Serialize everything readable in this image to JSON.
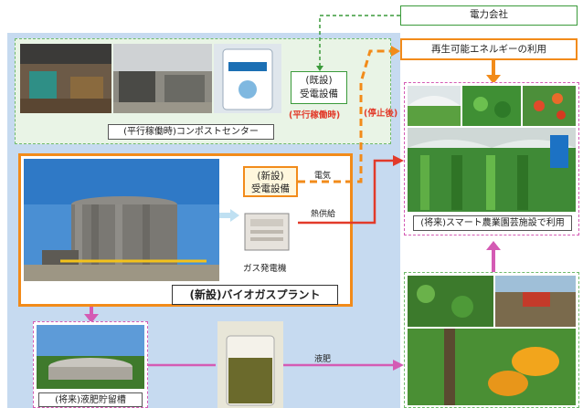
{
  "power_company": "電力会社",
  "renewable_use": "再生可能エネルギーの利用",
  "existing_substation": [
    "(既設)",
    "受電設備"
  ],
  "parallel_operation": "(平行稼働時)",
  "after_stop": "(停止後)",
  "compost_center": "(平行稼働時)コンポストセンター",
  "new_substation": [
    "(新設)",
    "受電設備"
  ],
  "electricity": "電気",
  "heat_supply": "熱供給",
  "gas_generator": "ガス発電機",
  "biogas_plant": "(新設)バイオガスプラント",
  "smart_agri": "(将来)スマート農業園芸施設で利用",
  "liquid_fertilizer": "液肥",
  "liquid_tank": "(将来)液肥貯留槽",
  "colors": {
    "blue_bg": "#c6daf0",
    "orange": "#f28b1a",
    "green": "#3a9a3a",
    "red": "#e23a2a",
    "magenta": "#d45bb4"
  }
}
